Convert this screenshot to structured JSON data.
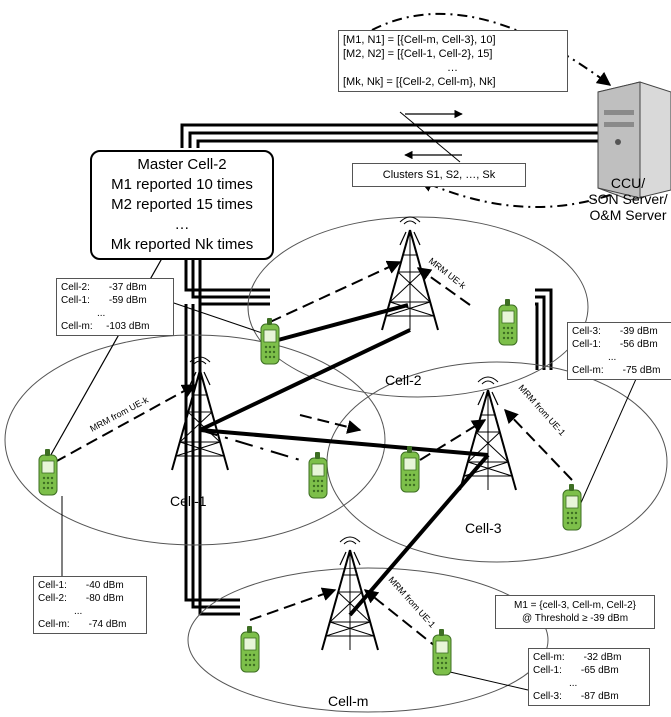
{
  "info_box": {
    "lines": [
      "[M1, N1] = [{Cell-m, Cell-3}, 10]",
      "[M2, N2] = [{Cell-1, Cell-2}, 15]",
      "…",
      "[Mk, Nk] = [{Cell-2, Cell-m}, Nk]"
    ]
  },
  "clusters_label": "Clusters S1, S2, …, Sk",
  "master_box": {
    "lines": [
      "Master Cell-2",
      "M1 reported 10 times",
      "M2 reported 15 times",
      "…",
      "Mk reported Nk times"
    ]
  },
  "ccu_label": [
    "CCU/",
    "SON Server/",
    "O&M Server"
  ],
  "cells": {
    "cell1": "Cell-1",
    "cell2": "Cell-2",
    "cell3": "Cell-3",
    "cellm": "Cell-m"
  },
  "mrm_labels": {
    "cell1": "MRM from UE-k",
    "cell2": "MRM UE-k",
    "cell3": "MRM from UE-1",
    "cellm": "MRM from UE-1"
  },
  "reports": {
    "cell2_ue": {
      "rows": [
        {
          "cell": "Cell-2:",
          "value": "-37 dBm"
        },
        {
          "cell": "Cell-1:",
          "value": "-59 dBm"
        },
        {
          "cell": "...",
          "value": ""
        },
        {
          "cell": "Cell-m:",
          "value": "-103 dBm"
        }
      ]
    },
    "cell3_ue": {
      "rows": [
        {
          "cell": "Cell-3:",
          "value": "-39 dBm"
        },
        {
          "cell": "Cell-1:",
          "value": "-56 dBm"
        },
        {
          "cell": "...",
          "value": ""
        },
        {
          "cell": "Cell-m:",
          "value": "-75 dBm"
        }
      ]
    },
    "cell1_ue": {
      "rows": [
        {
          "cell": "Cell-1:",
          "value": "-40 dBm"
        },
        {
          "cell": "Cell-2:",
          "value": "-80 dBm"
        },
        {
          "cell": "...",
          "value": ""
        },
        {
          "cell": "Cell-m:",
          "value": "-74 dBm"
        }
      ]
    },
    "cellm_ue": {
      "rows": [
        {
          "cell": "Cell-m:",
          "value": "-32 dBm"
        },
        {
          "cell": "Cell-1:",
          "value": "-65 dBm"
        },
        {
          "cell": "...",
          "value": ""
        },
        {
          "cell": "Cell-3:",
          "value": "-87 dBm"
        }
      ]
    }
  },
  "m1_box": {
    "lines": [
      "M1 = {cell-3, Cell-m, Cell-2}",
      "@ Threshold ≥ -39 dBm"
    ]
  },
  "colors": {
    "phone_body": "#7dbf4a",
    "phone_dark": "#3d6e23",
    "line": "#000000",
    "server": "#c8c8c8"
  },
  "icons": [
    "cell-tower-icon",
    "mobile-phone-icon",
    "server-icon"
  ]
}
